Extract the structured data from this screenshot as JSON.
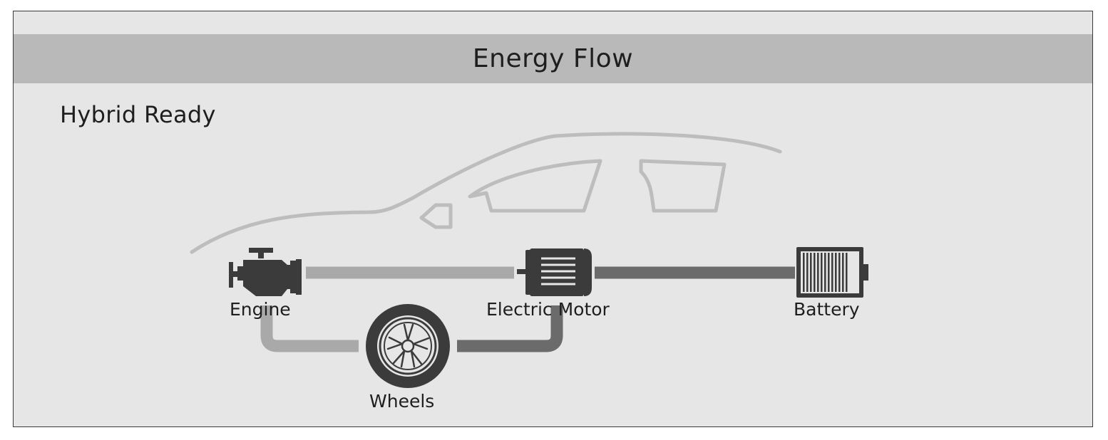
{
  "header": {
    "title": "Energy Flow"
  },
  "status": {
    "mode": "Hybrid Ready"
  },
  "nodes": {
    "engine": {
      "label": "Engine",
      "icon": "engine-icon"
    },
    "motor": {
      "label": "Electric Motor",
      "icon": "electric-motor-icon"
    },
    "battery": {
      "label": "Battery",
      "icon": "battery-icon"
    },
    "wheels": {
      "label": "Wheels",
      "icon": "wheel-icon"
    }
  },
  "colors": {
    "panel_bg": "#e6e6e6",
    "header_bg": "#b9b9ba",
    "flow_inactive": "#a9a9aa",
    "flow_active": "#6b6b6b",
    "icon_dark": "#3b3b3b",
    "car_outline": "#bdbdbd",
    "text": "#1e1e1e"
  }
}
